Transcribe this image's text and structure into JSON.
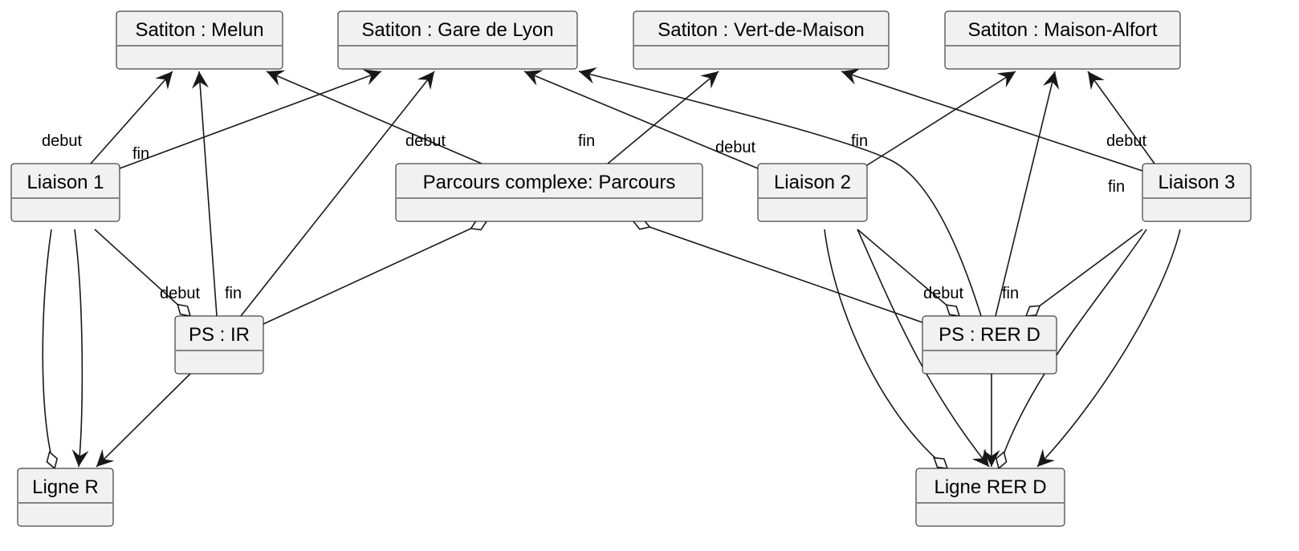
{
  "objects": {
    "melun": "Satiton : Melun",
    "gare_de_lyon": "Satiton : Gare de Lyon",
    "vert_de_maison": "Satiton : Vert-de-Maison",
    "maison_alfort": "Satiton : Maison-Alfort",
    "liaison1": "Liaison 1",
    "parcours": "Parcours complexe: Parcours",
    "liaison2": "Liaison 2",
    "liaison3": "Liaison 3",
    "ps_ir": "PS : IR",
    "ps_rerd": "PS : RER D",
    "ligne_r": "Ligne R",
    "ligne_rerd": "Ligne RER D"
  },
  "edge_labels": {
    "debut": "debut",
    "fin": "fin"
  },
  "colors": {
    "box_fill": "#f1f1f1",
    "stroke": "#181818"
  }
}
